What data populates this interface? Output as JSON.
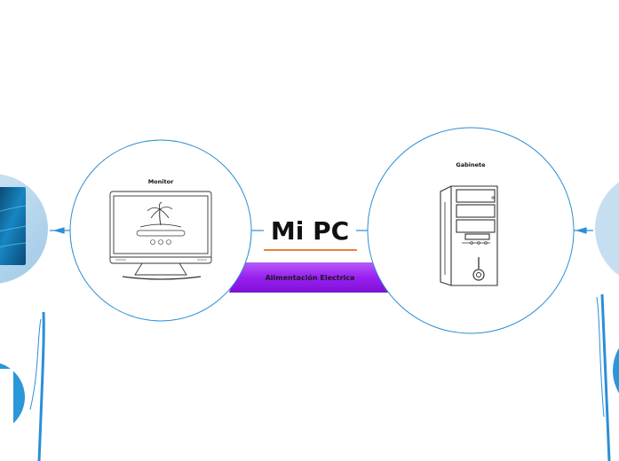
{
  "title": "Mi PC",
  "nodes": {
    "monitor": {
      "label": "Monitor"
    },
    "gabinete": {
      "label": "Gabinete"
    },
    "power": {
      "label": "Alimentación Electrica"
    }
  },
  "colors": {
    "circle_stroke": "#2b8fd6",
    "connector": "#2b8fd6",
    "title_underline": "#e8823a",
    "power_band": "#9a1ff2",
    "side_bubble_light": "#c6dff0",
    "side_bubble_dark": "#2a97d8",
    "screen_image": "#0b5d8c"
  },
  "icons": {
    "monitor": "monitor-icon",
    "gabinete": "desktop-tower-icon"
  }
}
